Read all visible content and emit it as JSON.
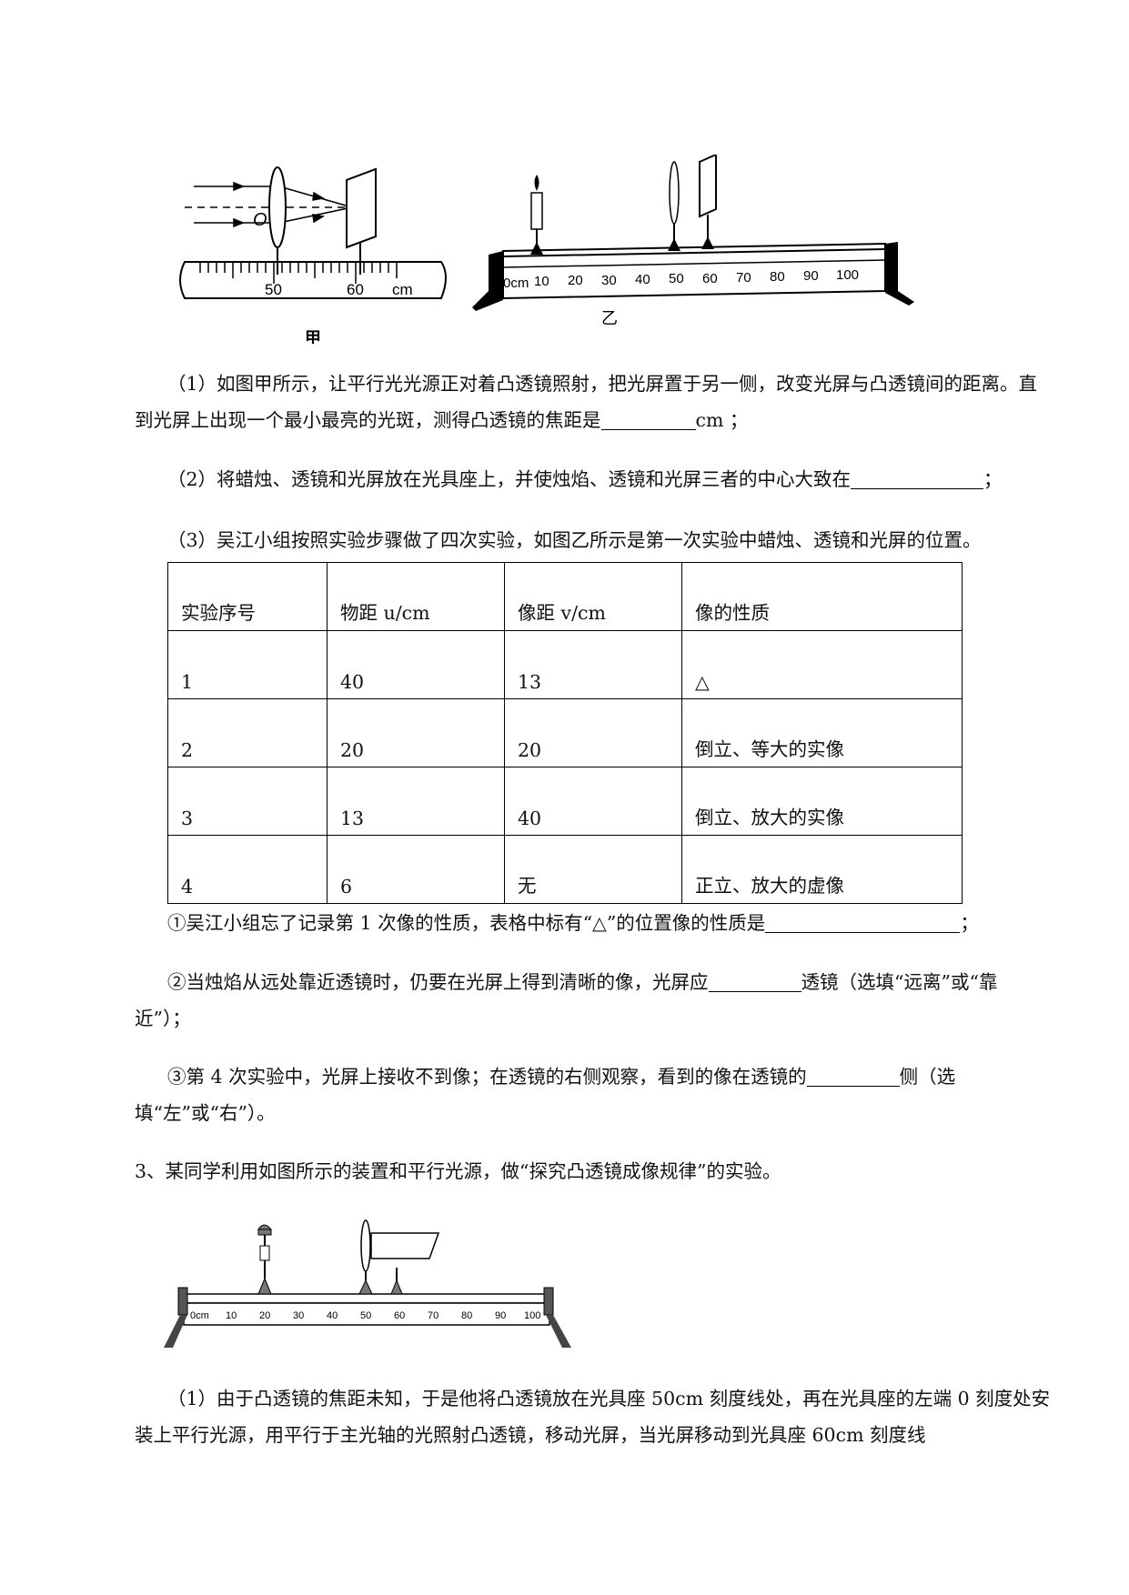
{
  "figures": {
    "jia": {
      "caption": "甲",
      "lens_label": "O",
      "ruler_labels": [
        "50",
        "60",
        "cm"
      ]
    },
    "yi": {
      "caption": "乙",
      "ruler_labels": [
        "0cm",
        "10",
        "20",
        "30",
        "40",
        "50",
        "60",
        "70",
        "80",
        "90",
        "100"
      ]
    },
    "bench3": {
      "ruler_labels": [
        "0cm",
        "10",
        "20",
        "30",
        "40",
        "50",
        "60",
        "70",
        "80",
        "90",
        "100"
      ]
    }
  },
  "q2": {
    "p1_a": "（1）如图甲所示，让平行光光源正对着凸透镜照射，把光屏置于另一侧，改变光屏与凸透镜间的距离。直到光屏上出现一个最小最亮的光斑，测得凸透镜的焦距是",
    "p1_b": "cm ；",
    "p2_a": "（2）将蜡烛、透镜和光屏放在光具座上，并使烛焰、透镜和光屏三者的中心大致在",
    "p2_b": "；",
    "p3": "（3）吴江小组按照实验步骤做了四次实验，如图乙所示是第一次实验中蜡烛、透镜和光屏的位置。",
    "table": {
      "headers": [
        "实验序号",
        "物距 u/cm",
        "像距 v/cm",
        "像的性质"
      ],
      "rows": [
        [
          "1",
          "40",
          "13",
          "△"
        ],
        [
          "2",
          "20",
          "20",
          "倒立、等大的实像"
        ],
        [
          "3",
          "13",
          "40",
          "倒立、放大的实像"
        ],
        [
          "4",
          "6",
          "无",
          "正立、放大的虚像"
        ]
      ]
    },
    "s1_a": "①吴江小组忘了记录第 1 次像的性质，表格中标有“△”的位置像的性质是",
    "s1_b": "；",
    "s2_a": "②当烛焰从远处靠近透镜时，仍要在光屏上得到清晰的像，光屏应",
    "s2_b": "透镜（选填“远离”或“靠近”）；",
    "s3_a": "③第 4 次实验中，光屏上接收不到像；在透镜的右侧观察，看到的像在透镜的",
    "s3_b": "侧（选填“左”或“右”）。"
  },
  "q3": {
    "title": "3、某同学利用如图所示的装置和平行光源，做“探究凸透镜成像规律”的实验。",
    "p1": "（1）由于凸透镜的焦距未知，于是他将凸透镜放在光具座 50cm 刻度线处，再在光具座的左端 0 刻度处安装上平行光源，用平行于主光轴的光照射凸透镜，移动光屏，当光屏移动到光具座 60cm 刻度线"
  }
}
